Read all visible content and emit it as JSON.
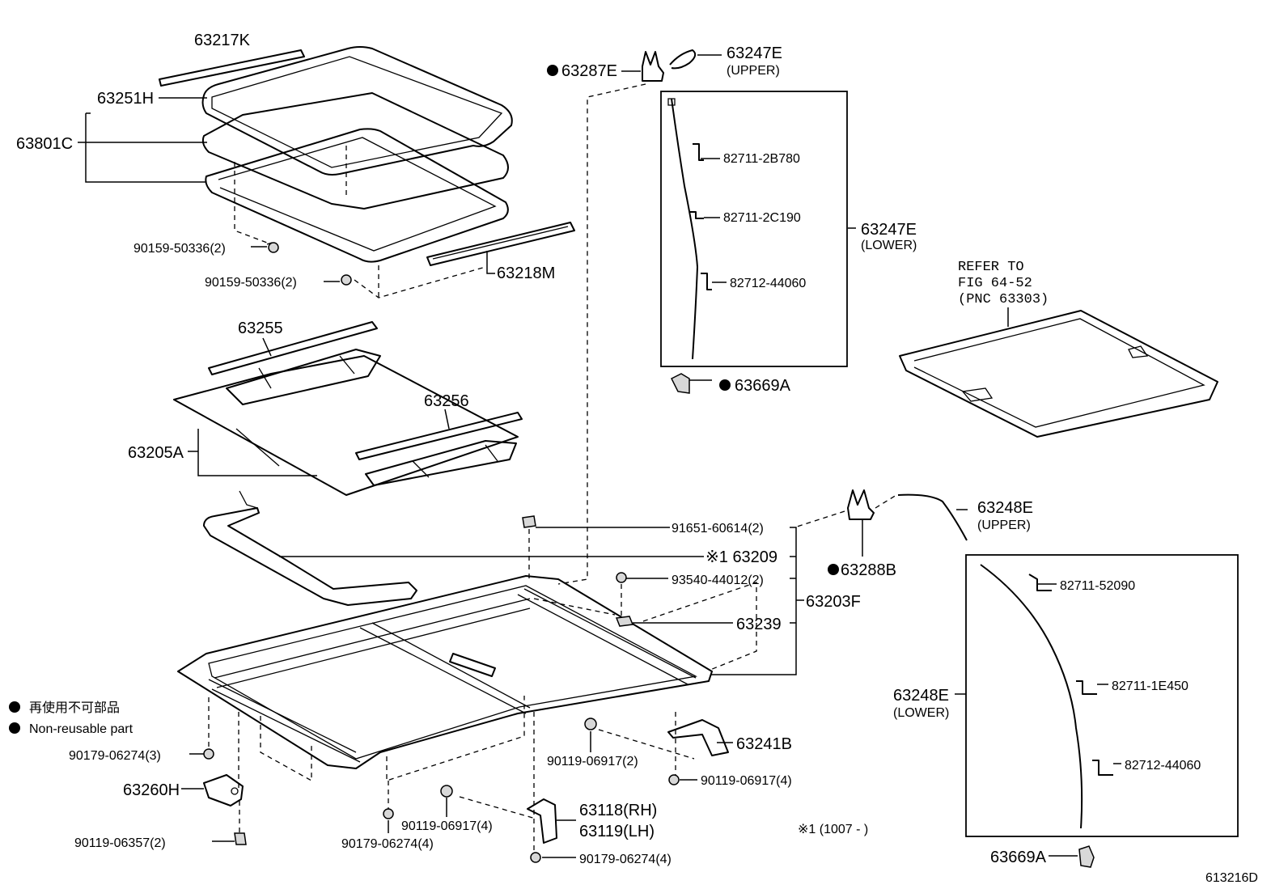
{
  "diagram": {
    "figure_code": "613216D",
    "legend": {
      "jp": "再使用不可部品",
      "en": "Non-reusable part"
    },
    "footnote": "※1 (1007 -      )",
    "refer": {
      "line1": "REFER TO",
      "line2": "FIG 64-52",
      "line3": "(PNC 63303)"
    },
    "labels": {
      "p63217K": "63217K",
      "p63251H": "63251H",
      "p63801C": "63801C",
      "p90159_a": "90159-50336(2)",
      "p90159_b": "90159-50336(2)",
      "p63218M": "63218M",
      "p63255": "63255",
      "p63256": "63256",
      "p63205A": "63205A",
      "p63287E": "63287E",
      "p63247E_u": "63247E",
      "upper1": "(UPPER)",
      "p82711_2B780": "82711-2B780",
      "p82711_2C190": "82711-2C190",
      "p82712_44060_a": "82712-44060",
      "p63247E_l": "63247E",
      "lower1": "(LOWER)",
      "p63669A_a": "63669A",
      "p91651": "91651-60614(2)",
      "p63209": "※1 63209",
      "p93540": "93540-44012(2)",
      "p63239": "63239",
      "p63203F": "63203F",
      "p63288B": "63288B",
      "p63248E_u": "63248E",
      "upper2": "(UPPER)",
      "p82711_52090": "82711-52090",
      "p82711_1E450": "82711-1E450",
      "p82712_44060_b": "82712-44060",
      "p63248E_l": "63248E",
      "lower2": "(LOWER)",
      "p63669A_b": "63669A",
      "p90179_3": "90179-06274(3)",
      "p63260H": "63260H",
      "p90119_06357": "90119-06357(2)",
      "p90119_2": "90119-06917(2)",
      "p63241B": "63241B",
      "p90119_4a": "90119-06917(4)",
      "p90119_4b": "90119-06917(4)",
      "p90179_4a": "90179-06274(4)",
      "p63118": "63118(RH)",
      "p63119": "63119(LH)",
      "p90179_4b": "90179-06274(4)"
    }
  }
}
